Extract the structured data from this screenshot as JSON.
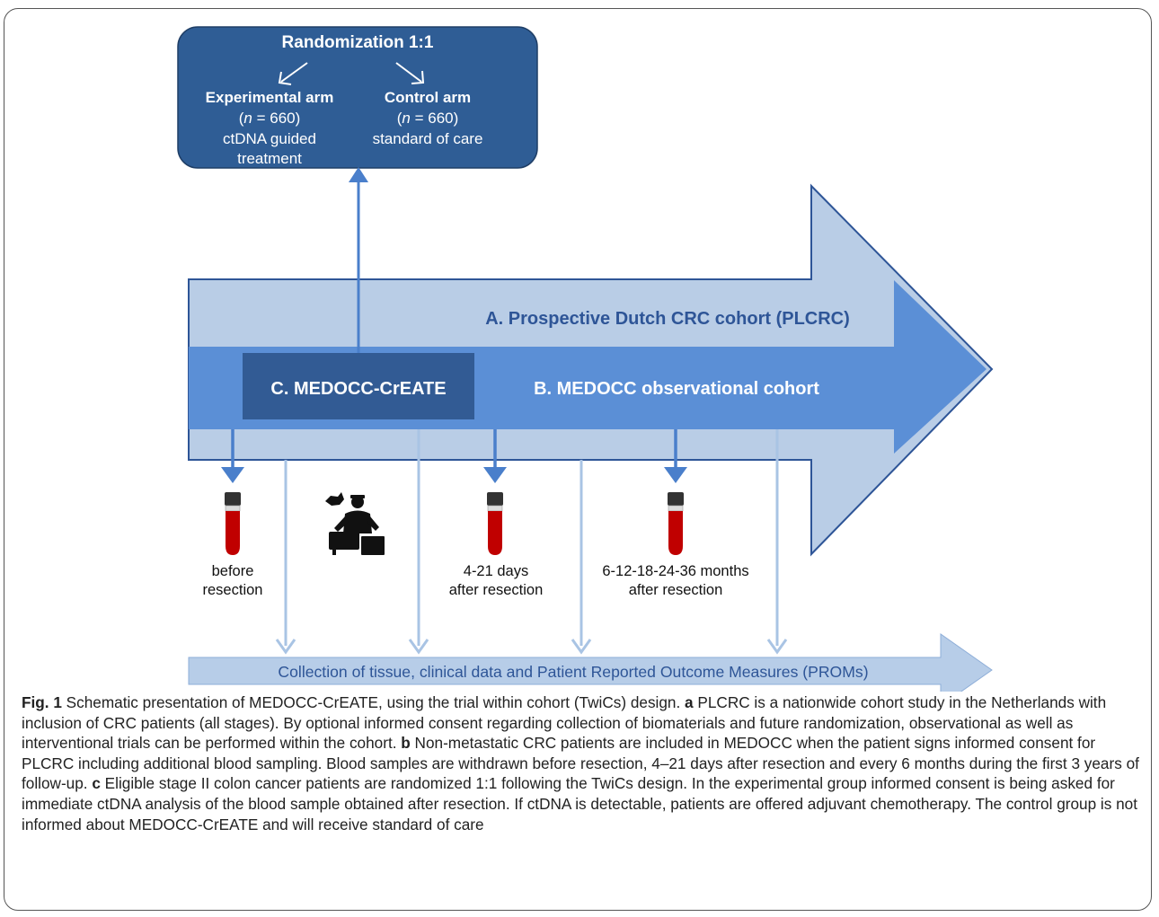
{
  "randomization": {
    "title": "Randomization 1:1",
    "experimental": {
      "label": "Experimental arm",
      "n_italic": "n",
      "n_rest": " = 660)",
      "desc_line1": "ctDNA guided",
      "desc_line2": "treatment"
    },
    "control": {
      "label": "Control arm",
      "n_italic": "n",
      "n_rest": " = 660)",
      "desc": "standard of care"
    }
  },
  "cohorts": {
    "a": "A. Prospective Dutch CRC cohort (PLCRC)",
    "b": "B. MEDOCC observational cohort",
    "c": "C. MEDOCC-CrEATE"
  },
  "timepoints": {
    "t1_line1": "before",
    "t1_line2": "resection",
    "t2_line1": "4-21 days",
    "t2_line2": "after resection",
    "t3_line1": "6-12-18-24-36 months",
    "t3_line2": "after resection"
  },
  "collection": "Collection of tissue, clinical data and Patient Reported Outcome Measures (PROMs)",
  "caption": {
    "fig": "Fig. 1",
    "intro": " Schematic presentation of MEDOCC-CrEATE, using the trial within cohort (TwiCs) design. ",
    "a_label": "a",
    "a_text": " PLCRC is a nationwide cohort study in the Netherlands with inclusion of CRC patients (all stages). By optional informed consent regarding collection of biomaterials and future randomization, observational as well as interventional trials can be performed within the cohort. ",
    "b_label": "b",
    "b_text": " Non-metastatic CRC patients are included in MEDOCC when the patient signs informed consent for PLCRC including additional blood sampling. Blood samples are withdrawn before resection, 4–21 days after resection and every 6 months during the first 3 years of follow-up. ",
    "c_label": "c",
    "c_text": " Eligible stage II colon cancer patients are randomized 1:1 following the TwiCs design. In the experimental group informed consent is being asked for immediate ctDNA analysis of the blood sample obtained after resection. If ctDNA is detectable, patients are offered adjuvant chemotherapy. The control group is not informed about MEDOCC-CrEATE and will receive standard of care"
  },
  "colors": {
    "plcrc_fill": "#b9cde6",
    "plcrc_stroke": "#2e5597",
    "medocc_fill": "#5b8fd6",
    "create_fill": "#325b94",
    "arrow": "#4a7fcb",
    "light_arrow": "#a9c4e4",
    "collection_fill": "#b7cde8",
    "blood_red": "#c00000"
  },
  "icons": [
    "blood-tube-icon",
    "surgeon-icon"
  ]
}
